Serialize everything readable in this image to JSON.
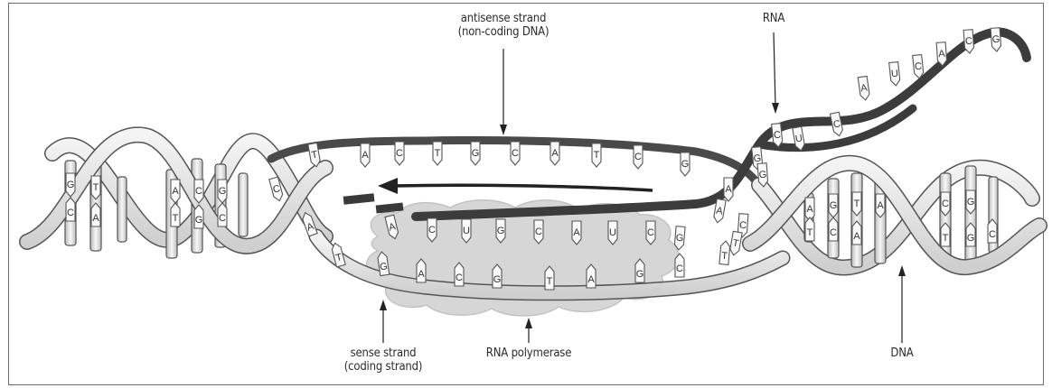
{
  "labels": {
    "antisense_line1": "antisense strand",
    "antisense_line2": "(non-coding DNA)",
    "rna": "RNA",
    "sense_line1": "sense strand",
    "sense_line2": "(coding strand)",
    "polymerase": "RNA polymerase",
    "dna": "DNA"
  },
  "bases": {
    "left_helix_top": [
      "G",
      "T",
      "A",
      "C",
      "G",
      "C"
    ],
    "left_helix_bottom": [
      "C",
      "A",
      "T",
      "G",
      "C"
    ],
    "antisense_bubble": [
      "T",
      "A",
      "C",
      "T",
      "G",
      "C",
      "A",
      "T",
      "C",
      "G"
    ],
    "rna_transcript": [
      "A",
      "C",
      "U",
      "G",
      "C",
      "A",
      "U",
      "C",
      "G"
    ],
    "sense_bubble": [
      "A",
      "T",
      "G",
      "A",
      "C",
      "G",
      "T",
      "A",
      "G",
      "C",
      "T"
    ],
    "rna_tail": [
      "G",
      "C",
      "U",
      "C",
      "A",
      "U",
      "C",
      "A",
      "C",
      "G"
    ],
    "right_helix_top": [
      "A",
      "G",
      "T",
      "A",
      "C",
      "G"
    ],
    "right_helix_bottom": [
      "T",
      "C",
      "A",
      "T",
      "G",
      "C"
    ],
    "junction": [
      "A",
      "G",
      "A",
      "C",
      "T"
    ]
  },
  "colors": {
    "ribbon_fill": "#e3e3e3",
    "ribbon_stroke": "#555555",
    "rna_strand": "#3c3c3c",
    "polymerase_fill": "#d2d2d2",
    "arrow": "#222222"
  }
}
